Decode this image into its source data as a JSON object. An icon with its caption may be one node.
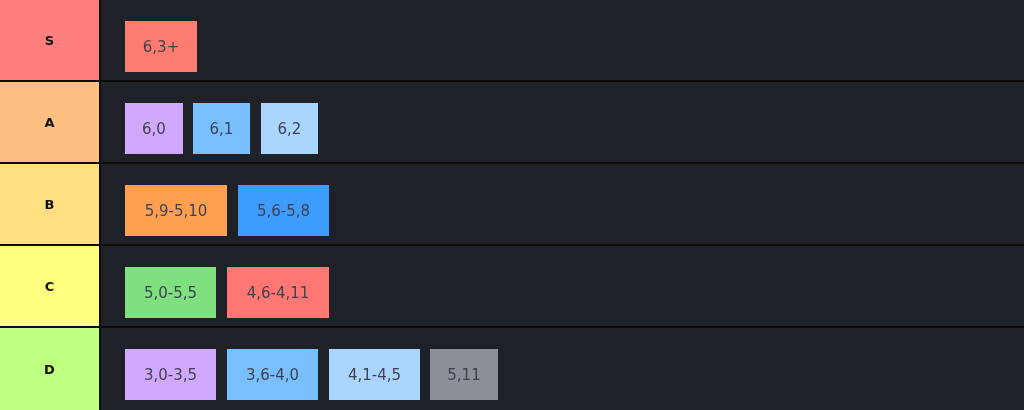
{
  "diagram": {
    "nodes": [
      {
        "text": [
          "S"
        ]
      },
      {
        "text": [
          "6,3+"
        ]
      },
      {
        "text": [
          "A"
        ]
      },
      {
        "text": [
          "6,0"
        ]
      },
      {
        "text": [
          "6,1"
        ]
      },
      {
        "text": [
          "6,2"
        ]
      },
      {
        "text": [
          "B"
        ]
      },
      {
        "text": [
          "5,9-5,10"
        ]
      },
      {
        "text": [
          "5,6-5,8"
        ]
      },
      {
        "text": [
          "C"
        ]
      },
      {
        "text": [
          "5,0-5,5"
        ]
      },
      {
        "text": [
          "4,6-4,11"
        ]
      },
      {
        "text": [
          "D"
        ]
      },
      {
        "text": [
          "3,0-3,5"
        ]
      },
      {
        "text": [
          "3,6-4,0"
        ]
      },
      {
        "text": [
          "4,1-4,5"
        ]
      },
      {
        "text": [
          "5,11"
        ]
      }
    ]
  }
}
